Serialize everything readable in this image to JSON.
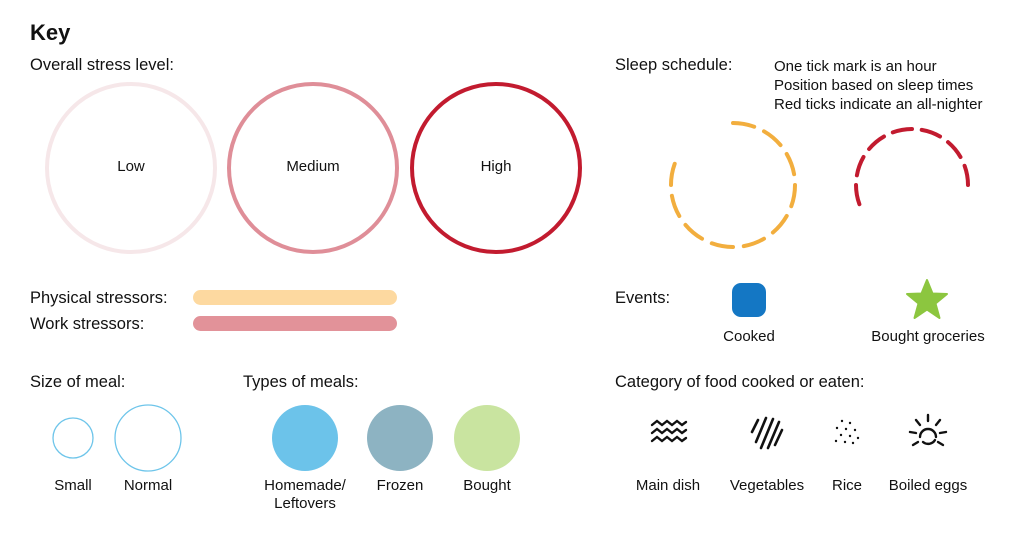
{
  "key_title": "Key",
  "stress": {
    "heading": "Overall stress level:",
    "levels": [
      {
        "label": "Low",
        "color": "#f6e7e9"
      },
      {
        "label": "Medium",
        "color": "#df8e98"
      },
      {
        "label": "High",
        "color": "#c21b2f"
      }
    ]
  },
  "sleep": {
    "heading": "Sleep schedule:",
    "notes": [
      "One tick mark is an hour",
      "Position based on sleep times",
      "Red ticks indicate an all-nighter"
    ],
    "normal_color": "#f2ae3e",
    "allnighter_color": "#c21b2f"
  },
  "stressors": {
    "physical_label": "Physical stressors:",
    "physical_color": "#fdd9a0",
    "work_label": "Work stressors:",
    "work_color": "#e29299"
  },
  "events": {
    "heading": "Events:",
    "cooked_label": "Cooked",
    "cooked_color": "#1477c4",
    "bought_label": "Bought groceries",
    "bought_color": "#8cc63f"
  },
  "meal_size": {
    "heading": "Size of meal:",
    "small_label": "Small",
    "normal_label": "Normal",
    "color": "#6ec5ea"
  },
  "meal_types": {
    "heading": "Types of meals:",
    "types": [
      {
        "label_line1": "Homemade/",
        "label_line2": "Leftovers",
        "color": "#6cc3ea"
      },
      {
        "label_line1": "Frozen",
        "label_line2": "",
        "color": "#8db3c2"
      },
      {
        "label_line1": "Bought",
        "label_line2": "",
        "color": "#c9e4a0"
      }
    ]
  },
  "food_category": {
    "heading": "Category of food cooked or eaten:",
    "items": [
      {
        "label": "Main dish",
        "icon": "wavy-lines-icon"
      },
      {
        "label": "Vegetables",
        "icon": "diagonal-lines-icon"
      },
      {
        "label": "Rice",
        "icon": "dots-icon"
      },
      {
        "label": "Boiled eggs",
        "icon": "sun-rays-icon"
      }
    ]
  }
}
